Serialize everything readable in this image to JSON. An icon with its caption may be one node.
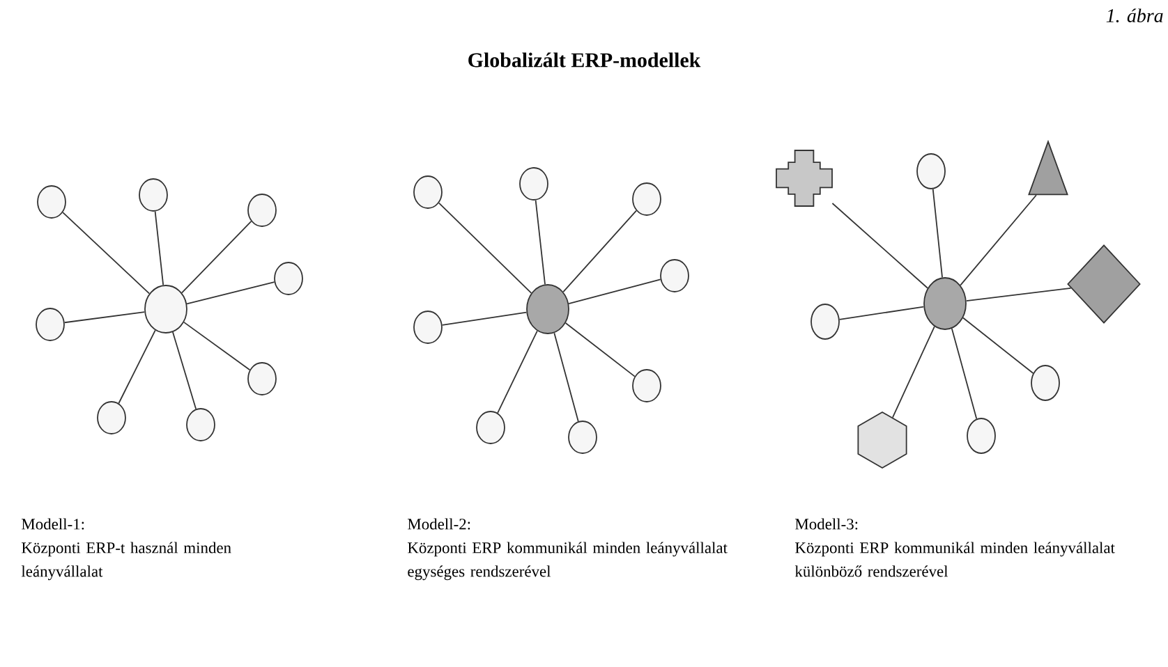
{
  "diagram": {
    "title": "Globalizált ERP-modellek",
    "nodes": [
      {
        "text": [],
        "shape": "circle"
      },
      {
        "text": [],
        "shape": "circle"
      },
      {
        "text": [],
        "shape": "circle"
      },
      {
        "text": [],
        "shape": "circle"
      },
      {
        "text": [],
        "shape": "circle"
      },
      {
        "text": [],
        "shape": "circle"
      },
      {
        "text": [],
        "shape": "circle"
      },
      {
        "text": [],
        "shape": "circle"
      },
      {
        "text": [],
        "shape": "circle"
      },
      {
        "text": [],
        "shape": "circle"
      },
      {
        "text": [],
        "shape": "circle"
      },
      {
        "text": [],
        "shape": "circle"
      },
      {
        "text": [],
        "shape": "circle"
      },
      {
        "text": [],
        "shape": "circle"
      },
      {
        "text": [],
        "shape": "circle"
      },
      {
        "text": [],
        "shape": "circle"
      },
      {
        "text": [],
        "shape": "circle"
      },
      {
        "text": [],
        "shape": "circle"
      },
      {
        "text": [],
        "shape": "circle"
      },
      {
        "text": [],
        "shape": "cross"
      },
      {
        "text": [],
        "shape": "circle"
      },
      {
        "text": [],
        "shape": "triangle"
      },
      {
        "text": [],
        "shape": "diamond"
      },
      {
        "text": [],
        "shape": "circle"
      },
      {
        "text": [],
        "shape": "circle"
      },
      {
        "text": [],
        "shape": "hexagon"
      },
      {
        "text": [],
        "shape": "circle"
      }
    ],
    "edges": [
      {
        "from": 0,
        "to": 1,
        "arrow": "none"
      },
      {
        "from": 0,
        "to": 2,
        "arrow": "none"
      },
      {
        "from": 0,
        "to": 3,
        "arrow": "none"
      },
      {
        "from": 0,
        "to": 4,
        "arrow": "none"
      },
      {
        "from": 0,
        "to": 5,
        "arrow": "none"
      },
      {
        "from": 0,
        "to": 6,
        "arrow": "none"
      },
      {
        "from": 0,
        "to": 7,
        "arrow": "none"
      },
      {
        "from": 0,
        "to": 8,
        "arrow": "none"
      },
      {
        "from": 9,
        "to": 10,
        "arrow": "none"
      },
      {
        "from": 9,
        "to": 11,
        "arrow": "none"
      },
      {
        "from": 9,
        "to": 12,
        "arrow": "none"
      },
      {
        "from": 9,
        "to": 13,
        "arrow": "none"
      },
      {
        "from": 9,
        "to": 14,
        "arrow": "none"
      },
      {
        "from": 9,
        "to": 15,
        "arrow": "none"
      },
      {
        "from": 9,
        "to": 16,
        "arrow": "none"
      },
      {
        "from": 9,
        "to": 17,
        "arrow": "none"
      },
      {
        "from": 18,
        "to": 19,
        "arrow": "none"
      },
      {
        "from": 18,
        "to": 20,
        "arrow": "none"
      },
      {
        "from": 18,
        "to": 21,
        "arrow": "none"
      },
      {
        "from": 18,
        "to": 22,
        "arrow": "none"
      },
      {
        "from": 18,
        "to": 23,
        "arrow": "none"
      },
      {
        "from": 18,
        "to": 24,
        "arrow": "none"
      },
      {
        "from": 18,
        "to": 25,
        "arrow": "none"
      },
      {
        "from": 18,
        "to": 26,
        "arrow": "none"
      }
    ],
    "labels": [
      "1. ábra",
      "Modell-1:",
      "Központi ERP-t használ minden leányvállalat",
      "Modell-2:",
      "Központi ERP kommunikál minden leányvállalat egységes rendszerével",
      "Modell-3:",
      "Központi ERP kommunikál minden leányvállalat különböző rendszerével"
    ]
  }
}
